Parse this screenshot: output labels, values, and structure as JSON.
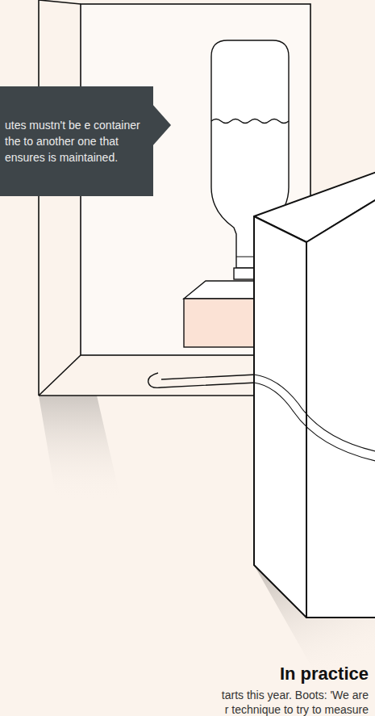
{
  "diagram": {
    "nodes": [
      {
        "text": [
          "utes mustn't be e container the to another one that ensures is maintained."
        ]
      }
    ],
    "labels": [
      "In practice",
      "tarts this year. Boots: 'We are",
      "r technique to try to measure"
    ]
  }
}
